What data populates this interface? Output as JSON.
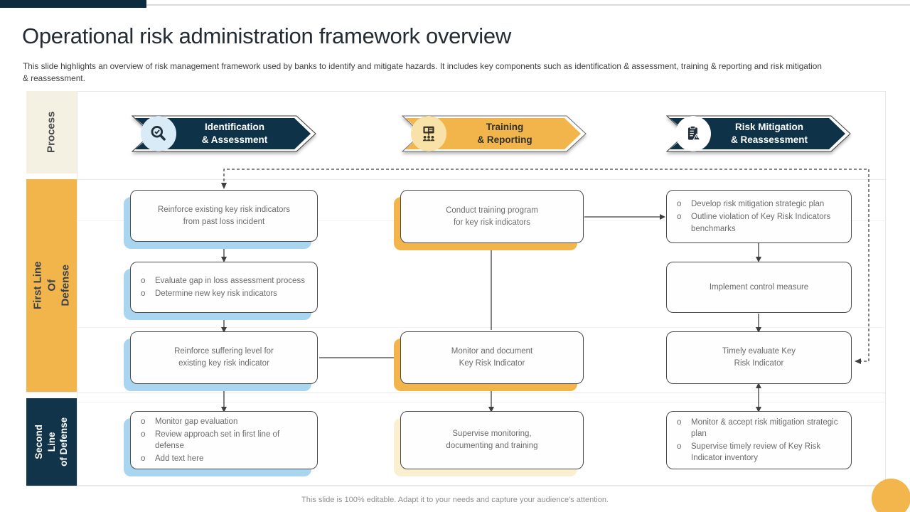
{
  "slide": {
    "title": "Operational risk administration framework overview",
    "subtitle": "This slide highlights an overview of risk management framework used by banks to identify and mitigate hazards. It includes key components such as identification & assessment, training & reporting and risk mitigation\n& reassessment.",
    "footer": "This slide is 100% editable.  Adapt it to your needs and capture your audience's attention."
  },
  "colors": {
    "navy": "#0e3349",
    "yellow": "#f1b54b",
    "beige": "#f4f0e2",
    "shadow_blue": "#a9d5f0",
    "shadow_pale_yellow": "#fbefd2",
    "icon_circle_blue": "#d9ebf7",
    "icon_circle_yellow": "#f8e2a7",
    "icon_circle_white": "#ffffff"
  },
  "row_labels": {
    "process": "Process",
    "first_line": "First Line Of Defense",
    "second_line": "Second Line\nof Defense"
  },
  "processes": [
    {
      "line1": "Identification",
      "line2": "& Assessment",
      "icon": "magnifier-check-icon"
    },
    {
      "line1": "Training",
      "line2": "& Reporting",
      "icon": "training-presentation-icon"
    },
    {
      "line1": "Risk Mitigation",
      "line2": "& Reassessment",
      "icon": "clipboard-warning-icon"
    }
  ],
  "columns": [
    {
      "name": "identification-assessment",
      "boxes": [
        {
          "type": "text",
          "text": "Reinforce  existing key risk indicators\nfrom  past loss incident"
        },
        {
          "type": "bullets",
          "items": [
            "Evaluate  gap in loss assessment process",
            "Determine  new key risk indicators"
          ]
        },
        {
          "type": "text",
          "text": "Reinforce  suffering  level  for\nexisting key risk indicator"
        },
        {
          "type": "bullets",
          "items": [
            "Monitor  gap evaluation",
            "Review  approach  set in first line of defense",
            "Add text here"
          ]
        }
      ]
    },
    {
      "name": "training-reporting",
      "boxes": [
        {
          "type": "text",
          "text": "Conduct  training  program\nfor  key risk indicators"
        },
        {
          "type": "text",
          "text": "Monitor  and  document\nKey Risk Indicator"
        },
        {
          "type": "text",
          "text": "Supervise  monitoring,\ndocumenting  and training"
        }
      ]
    },
    {
      "name": "risk-mitigation-reassessment",
      "boxes": [
        {
          "type": "bullets",
          "items": [
            "Develop  risk mitigation strategic plan",
            "Outline  violation  of Key Risk Indicators  benchmarks"
          ]
        },
        {
          "type": "text",
          "text": "Implement  control measure"
        },
        {
          "type": "text",
          "text": "Timely  evaluate  Key\nRisk Indicator"
        },
        {
          "type": "bullets",
          "items": [
            "Monitor & accept risk mitigation strategic plan",
            "Supervise  timely review  of Key Risk Indicator inventory"
          ]
        }
      ]
    }
  ]
}
